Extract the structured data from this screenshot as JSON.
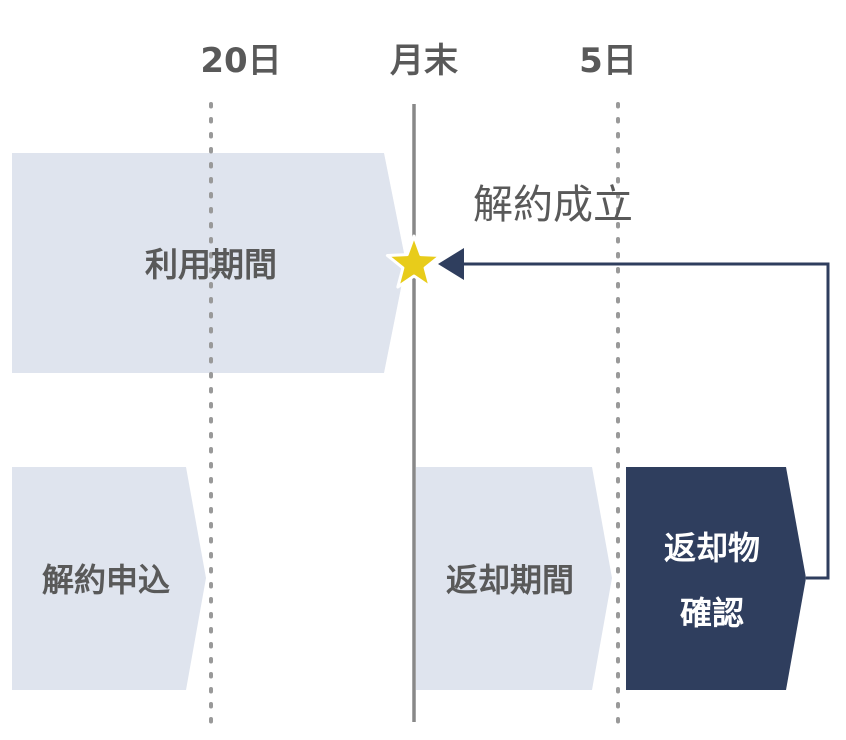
{
  "timeline": {
    "markers": [
      "20日",
      "月末",
      "5日"
    ]
  },
  "phases": {
    "usage_period": "利用期間",
    "cancellation_request": "解約申込",
    "return_period": "返却期間",
    "returned_item_check_line1": "返却物",
    "returned_item_check_line2": "確認"
  },
  "milestone": {
    "label": "解約成立",
    "icon": "star-icon"
  },
  "colors": {
    "light_block": "#dfe4ee",
    "dark_block": "#2f3e5e",
    "text_gray": "#595959",
    "text_white": "#ffffff",
    "star_fill": "#e8cc1a",
    "arrow": "#2f3e5e",
    "solid_line": "#888888",
    "dotted_line": "#999999"
  }
}
